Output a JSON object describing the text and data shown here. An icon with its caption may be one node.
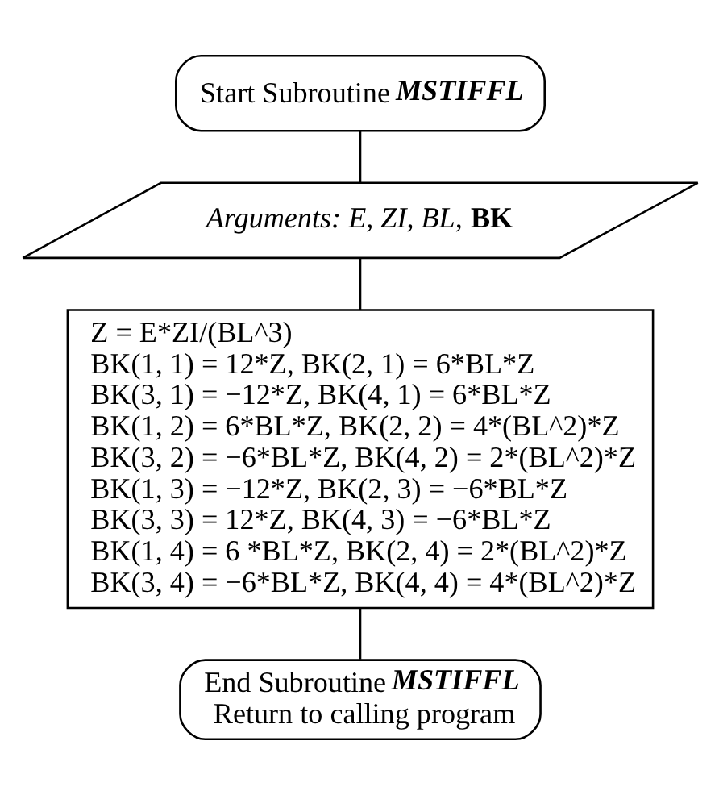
{
  "diagram": {
    "nodes": [
      {
        "text": [
          "Start Subroutine **MSTIFFL**"
        ]
      },
      {
        "text": [
          "*Arguments: E, ZI, BL,* **BK**"
        ]
      },
      {
        "text": [
          "Z = E*ZI/(BL^3)",
          "BK(1, 1) = 12*Z, BK(2, 1) = 6*BL*Z",
          "BK(3, 1) = −12*Z, BK(4, 1) = 6*BL*Z",
          "BK(1, 2) = 6*BL*Z, BK(2, 2) = 4*(BL^2)*Z",
          "BK(3, 2) = −6*BL*Z, BK(4, 2) = 2*(BL^2)*Z",
          "BK(1, 3) = −12*Z, BK(2, 3) = −6*BL*Z",
          "BK(3, 3) = 12*Z, BK(4, 3) = −6*BL*Z",
          "BK(1, 4) = 6 *BL*Z, BK(2, 4) = 2*(BL^2)*Z",
          "BK(3, 4) = −6*BL*Z, BK(4, 4) = 4*(BL^2)*Z"
        ]
      },
      {
        "text": [
          "End Subroutine **MSTIFFL**",
          "Return to calling program"
        ]
      }
    ],
    "edges": [
      {
        "from": 0,
        "to": 1,
        "arrow": "none"
      },
      {
        "from": 1,
        "to": 2,
        "arrow": "none"
      },
      {
        "from": 2,
        "to": 3,
        "arrow": "none"
      }
    ]
  }
}
